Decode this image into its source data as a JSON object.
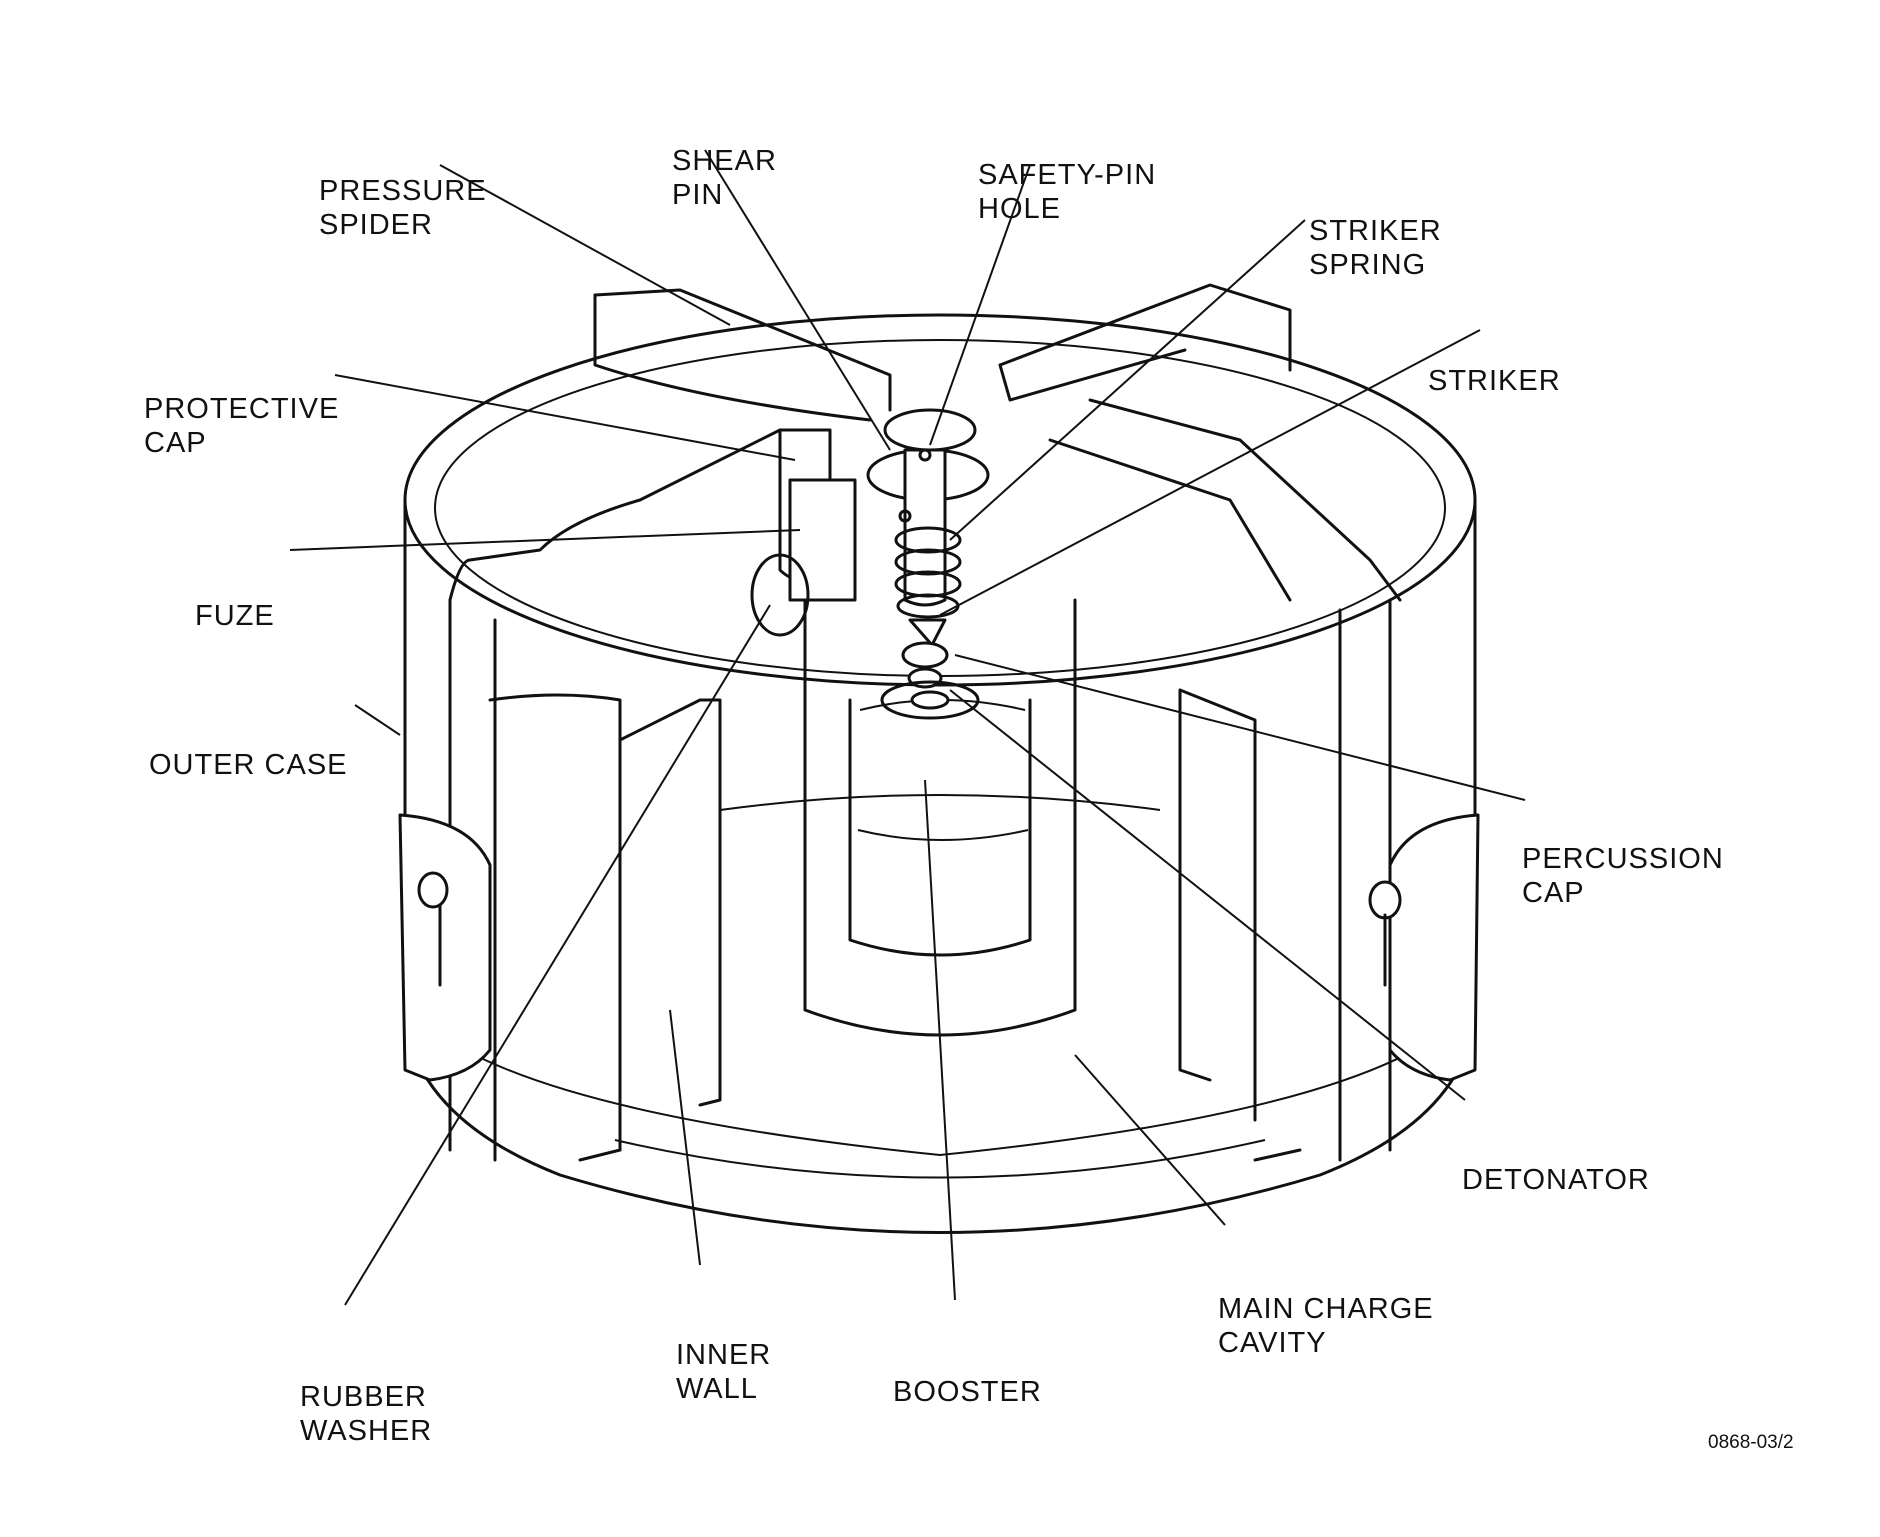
{
  "labels": {
    "pressure_spider": [
      "PRESSURE",
      "SPIDER"
    ],
    "shear_pin": [
      "SHEAR",
      "PIN"
    ],
    "safety_pin_hole": [
      "SAFETY-PIN",
      "HOLE"
    ],
    "striker_spring": [
      "STRIKER",
      "SPRING"
    ],
    "striker": [
      "STRIKER"
    ],
    "protective_cap": [
      "PROTECTIVE",
      "CAP"
    ],
    "fuze": [
      "FUZE"
    ],
    "outer_case": [
      "OUTER CASE"
    ],
    "percussion_cap": [
      "PERCUSSION",
      "CAP"
    ],
    "detonator": [
      "DETONATOR"
    ],
    "main_charge_cavity": [
      "MAIN CHARGE",
      "CAVITY"
    ],
    "booster": [
      "BOOSTER"
    ],
    "inner_wall": [
      "INNER",
      "WALL"
    ],
    "rubber_washer": [
      "RUBBER",
      "WASHER"
    ]
  },
  "figure_number": "0868-03/2"
}
